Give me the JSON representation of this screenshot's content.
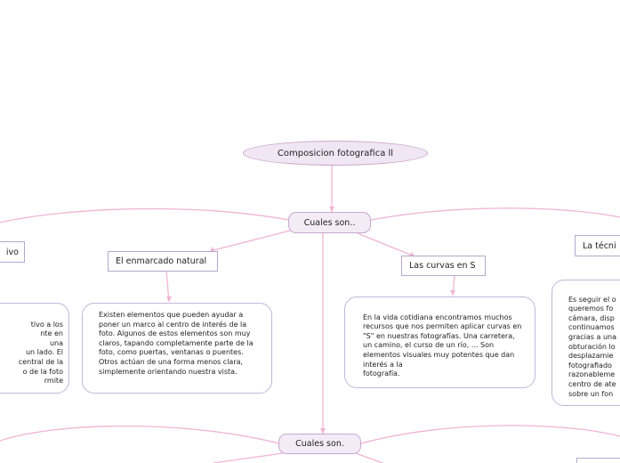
{
  "map": {
    "root": "Composicion fotografica ll",
    "hub_top": "Cuales son..",
    "hub_bottom": "Cuales son.",
    "topics": {
      "left_partial": "ivo",
      "marco": "El enmarcado natural",
      "curvas": "Las curvas en S",
      "tecnica": "La técni"
    },
    "descriptions": {
      "left_partial": "tivo a los\nnte en\nuna\nun lado. El\ncentral de la\no de la foto\nrmite",
      "marco": "Existen elementos que pueden ayudar a poner un marco al centro de interés de la foto. Algunos de estos elementos son muy claros, tapando completamente parte de la foto, como puertas, ventanas o puentes. Otros actúan de una forma menos clara, simplemente orientando nuestra vista.",
      "curvas": "En la vida cotidiana encontramos muchos recursos que nos permiten aplicar curvas en \"S\" en nuestras fotografías. Una carretera, un camino, el curso de un río, ... Son elementos visuales muy potentes que dan interés a la\nfotografía.",
      "tecnica": "Es seguir el o\nqueremos fo\ncámara, disp\ncontinuamos\ngracias a una\nobturación lo\ndesplazamie\nfotografiado\nrazonableme\ncentro de ate\nsobre un fon"
    }
  },
  "colors": {
    "connector": "#f0b4d2",
    "root_fill": "#f1e6f3",
    "hub_fill": "#f3ecf6",
    "border": "#b3a8cc"
  }
}
